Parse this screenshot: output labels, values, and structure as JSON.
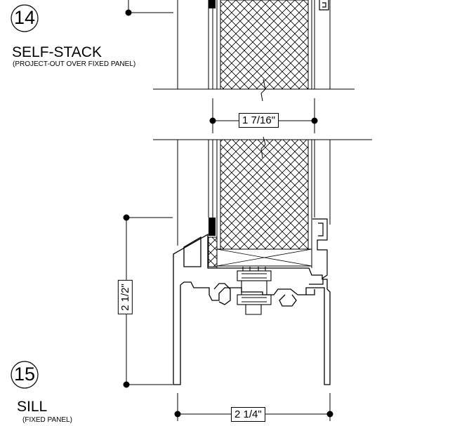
{
  "details": [
    {
      "number": "14",
      "title": "SELF-STACK",
      "subtitle": "(PROJECT-OUT OVER FIXED PANEL)"
    },
    {
      "number": "15",
      "title": "SILL",
      "subtitle": "(FIXED PANEL)"
    }
  ],
  "dimensions": {
    "panel_thickness": "1 7/16\"",
    "sill_height": "2 1/2\"",
    "sill_width": "2 1/4\""
  }
}
